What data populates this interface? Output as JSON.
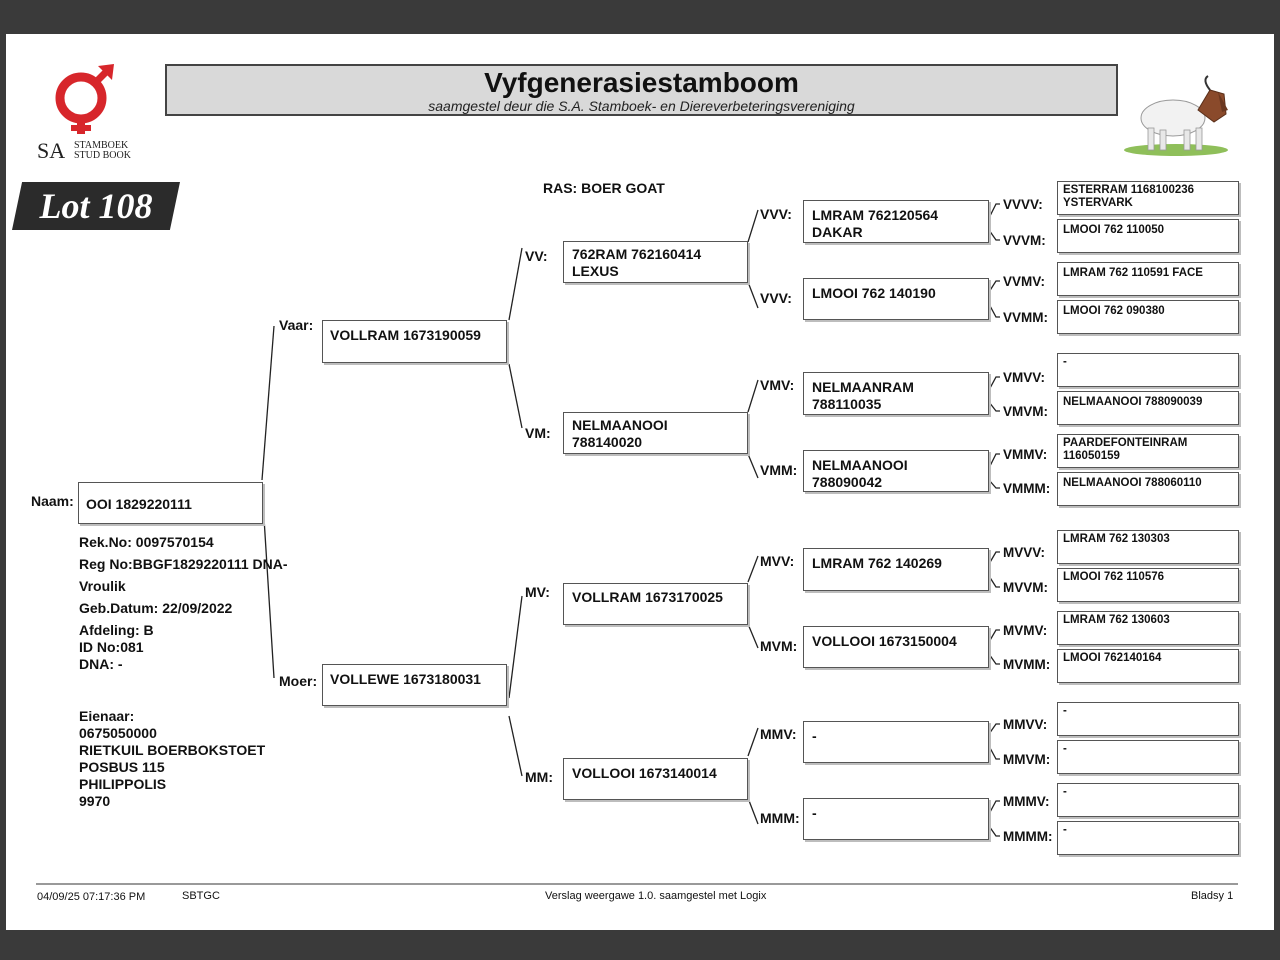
{
  "header": {
    "title": "Vyfgenerasiestamboom",
    "subtitle": "saamgestel deur die S.A. Stamboek- en Diereverbeteringsvereniging",
    "logo_sa": "SA",
    "logo_line1": "STAMBOEK",
    "logo_line2": "STUD BOOK",
    "brand_color": "#d7262b"
  },
  "lot": "Lot 108",
  "ras": "RAS: BOER GOAT",
  "animal": {
    "naam_label": "Naam:",
    "naam": "OOI 1829220111",
    "rek_no": "Rek.No: 0097570154",
    "reg_no": "Reg No:BBGF1829220111 DNA-",
    "sex": "Vroulik",
    "geb_datum": "Geb.Datum: 22/09/2022",
    "afdeling": "Afdeling: B",
    "id_no": "ID No:081",
    "dna": "DNA: -"
  },
  "owner": {
    "label": "Eienaar:",
    "number": "0675050000",
    "name": "RIETKUIL BOERBOKSTOET",
    "address1": "POSBUS 115",
    "address2": "PHILIPPOLIS",
    "postcode": "9970"
  },
  "gen2": {
    "vaar_label": "Vaar:",
    "vaar": "VOLLRAM 1673190059",
    "moer_label": "Moer:",
    "moer": "VOLLEWE 1673180031"
  },
  "gen3": {
    "vv_label": "VV:",
    "vv": "762RAM 762160414\nLEXUS",
    "vm_label": "VM:",
    "vm": "NELMAANOOI\n788140020",
    "mv_label": "MV:",
    "mv": "VOLLRAM 1673170025",
    "mm_label": "MM:",
    "mm": "VOLLOOI 1673140014"
  },
  "gen4": {
    "vvv_label": "VVV:",
    "vvv": "LMRAM 762120564\nDAKAR",
    "vvm_label": "VVV:",
    "vvm": "LMOOI 762 140190",
    "vmv_label": "VMV:",
    "vmv": "NELMAANRAM\n788110035",
    "vmm_label": "VMM:",
    "vmm": "NELMAANOOI\n788090042",
    "mvv_label": "MVV:",
    "mvv": "LMRAM 762 140269",
    "mvm_label": "MVM:",
    "mvm": "VOLLOOI 1673150004",
    "mmv_label": "MMV:",
    "mmv": "-",
    "mmm_label": "MMM:",
    "mmm": "-"
  },
  "gen5": {
    "vvvv_label": "VVVV:",
    "vvvv": "ESTERRAM 1168100236\nYSTERVARK",
    "vvvm_label": "VVVM:",
    "vvvm": "LMOOI 762 110050",
    "vvmv_label": "VVMV:",
    "vvmv": "LMRAM 762 110591 FACE",
    "vvmm_label": "VVMM:",
    "vvmm": "LMOOI 762 090380",
    "vmvv_label": "VMVV:",
    "vmvv": "-",
    "vmvm_label": "VMVM:",
    "vmvm": "NELMAANOOI 788090039",
    "vmmv_label": "VMMV:",
    "vmmv": "PAARDEFONTEINRAM\n116050159",
    "vmmm_label": "VMMM:",
    "vmmm": "NELMAANOOI 788060110",
    "mvvv_label": "MVVV:",
    "mvvv": "LMRAM 762 130303",
    "mvvm_label": "MVVM:",
    "mvvm": "LMOOI 762 110576",
    "mvmv_label": "MVMV:",
    "mvmv": "LMRAM 762 130603",
    "mvmm_label": "MVMM:",
    "mvmm": "LMOOI 762140164",
    "mmvv_label": "MMVV:",
    "mmvv": "-",
    "mmvm_label": "MMVM:",
    "mmvm": "-",
    "mmmv_label": "MMMV:",
    "mmmv": "-",
    "mmmm_label": "MMMM:",
    "mmmm": "-"
  },
  "footer": {
    "datetime": "04/09/25 07:17:36 PM",
    "code": "SBTGC",
    "report": "Verslag weergawe 1.0. saamgestel met Logix",
    "page": "Bladsy 1"
  }
}
